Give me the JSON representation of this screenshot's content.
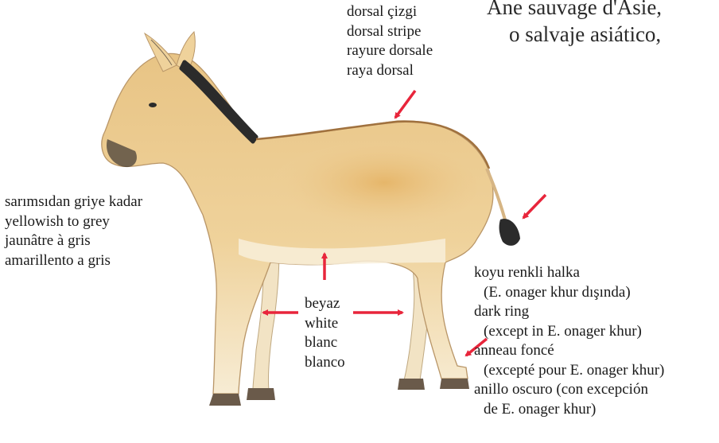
{
  "title": {
    "line1": "Âne sauvage d'Asie,",
    "line2": "o salvaje asiático,"
  },
  "labels": {
    "dorsal_stripe": [
      "dorsal çizgi",
      "dorsal stripe",
      "rayure dorsale",
      "raya dorsal"
    ],
    "body_color": [
      "sarımsıdan griye kadar",
      "yellowish to grey",
      "jaunâtre à gris",
      "amarillento a gris"
    ],
    "white": [
      "beyaz",
      "white",
      "blanc",
      "blanco"
    ],
    "dark_ring": [
      "koyu renkli halka",
      "(E. onager khur dışında)",
      "dark ring",
      "(except in E. onager khur)",
      "anneau foncé",
      "(excepté pour E. onager khur)",
      "anillo oscuro (con excepción",
      "de E. onager khur)"
    ]
  },
  "colors": {
    "arrow": "#e8253b",
    "coat": "#f0d9a8",
    "coat_dark": "#e4b970",
    "belly": "#f8efd9",
    "mane": "#2b2b2b",
    "hoof": "#6a5a4a"
  }
}
